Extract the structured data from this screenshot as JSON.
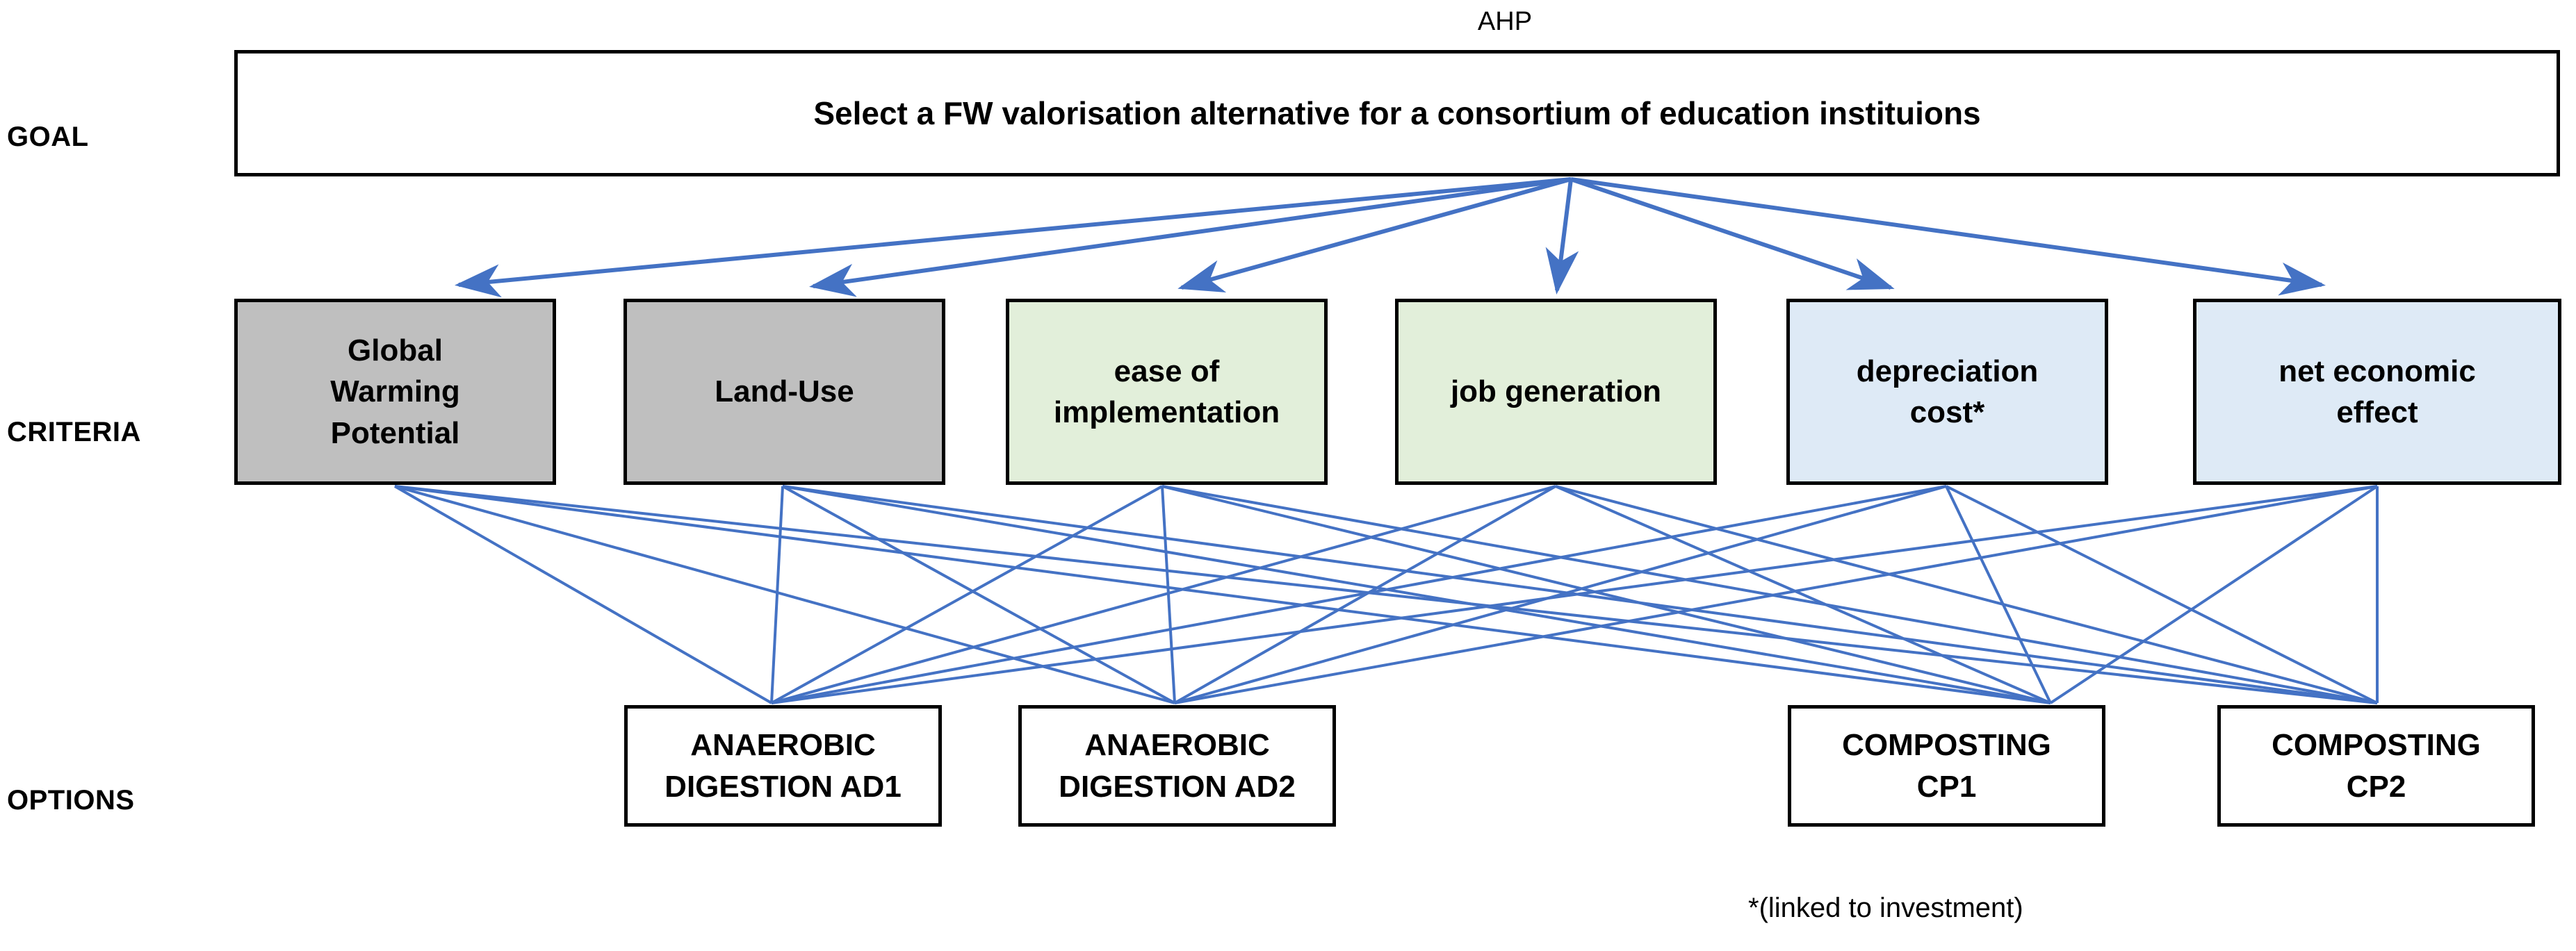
{
  "diagram": {
    "title": "AHP",
    "footnote": "*(linked to investment)",
    "accent_color": "#4472C4",
    "row_labels": [
      {
        "id": "goal",
        "label": "GOAL"
      },
      {
        "id": "criteria",
        "label": "CRITERIA"
      },
      {
        "id": "options",
        "label": "OPTIONS"
      }
    ],
    "goal": {
      "label": "Select a FW valorisation alternative for a consortium of education instituions",
      "fill": "#FFFFFF"
    },
    "criteria": [
      {
        "id": "gwp",
        "label": "Global\nWarming\nPotential",
        "lines": [
          "Global",
          "Warming",
          "Potential"
        ],
        "fill": "#BFBFBF"
      },
      {
        "id": "land",
        "label": "Land-Use",
        "lines": [
          "Land-Use"
        ],
        "fill": "#BFBFBF"
      },
      {
        "id": "ease",
        "label": "ease of\nimplementation",
        "lines": [
          "ease of",
          "implementation"
        ],
        "fill": "#E2EFDA"
      },
      {
        "id": "jobs",
        "label": "job generation",
        "lines": [
          "job generation"
        ],
        "fill": "#E2EFDA"
      },
      {
        "id": "depr",
        "label": "depreciation\ncost*",
        "lines": [
          "depreciation",
          "cost*"
        ],
        "fill": "#DEEAF6"
      },
      {
        "id": "econ",
        "label": "net economic\neffect",
        "lines": [
          "net economic",
          "effect"
        ],
        "fill": "#DEEAF6"
      }
    ],
    "options": [
      {
        "id": "ad1",
        "label": "ANAEROBIC\nDIGESTION AD1",
        "lines": [
          "ANAEROBIC",
          "DIGESTION AD1"
        ],
        "fill": "#FFFFFF"
      },
      {
        "id": "ad2",
        "label": "ANAEROBIC\nDIGESTION AD2",
        "lines": [
          "ANAEROBIC",
          "DIGESTION AD2"
        ],
        "fill": "#FFFFFF"
      },
      {
        "id": "cp1",
        "label": "COMPOSTING\nCP1",
        "lines": [
          "COMPOSTING",
          "CP1"
        ],
        "fill": "#FFFFFF"
      },
      {
        "id": "cp2",
        "label": "COMPOSTING\nCP2",
        "lines": [
          "COMPOSTING",
          "CP2"
        ],
        "fill": "#FFFFFF"
      }
    ]
  }
}
